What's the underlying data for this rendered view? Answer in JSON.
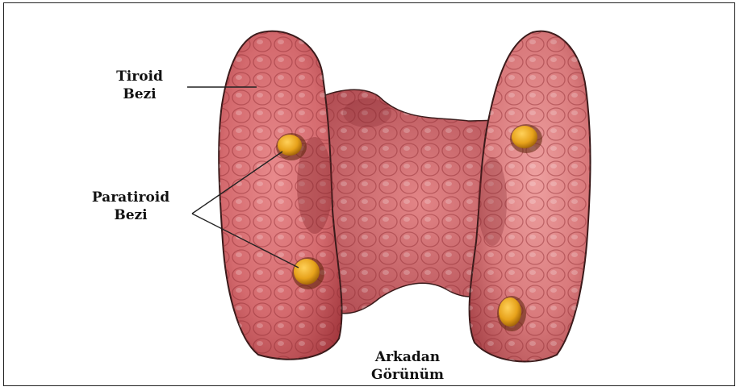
{
  "labels": {
    "thyroid": [
      "Tiroid",
      "Bezi"
    ],
    "parathyroid": [
      "Paratiroid",
      "Bezi"
    ],
    "view": [
      "Arkadan",
      "Görünüm"
    ]
  },
  "colors": {
    "tissue_base": "#d46a6e",
    "tissue_light": "#f0a3a3",
    "tissue_dark": "#8e2a30",
    "outline": "#3a1a1a",
    "parathyroid_fill": "#e7a21b",
    "parathyroid_dark": "#9a5d05",
    "leader_line": "#222222"
  }
}
